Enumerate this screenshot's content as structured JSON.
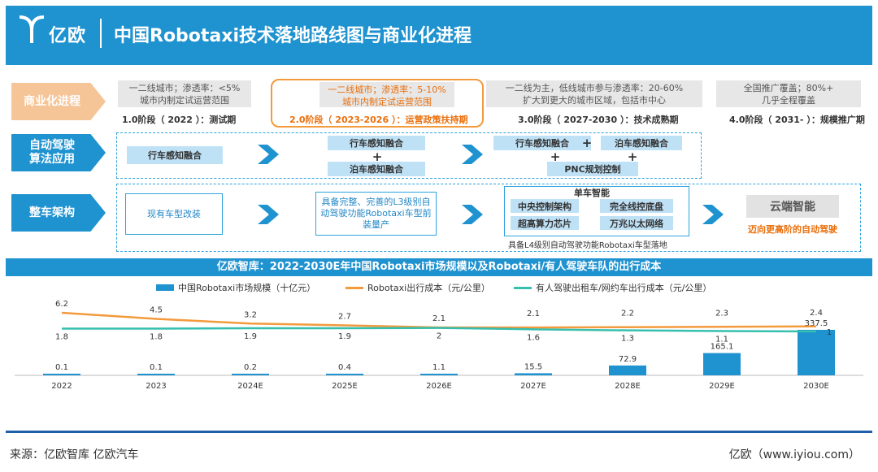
{
  "header": {
    "brand": "亿欧",
    "title": "中国Robotaxi技术落地路线图与商业化进程"
  },
  "rows": {
    "commercial_label": "商业化进程",
    "algorithm_label": "自动驾驶\n算法应用",
    "vehicle_label": "整车架构"
  },
  "stages": [
    {
      "line1": "一二线城市；渗透率：<5%",
      "line2": "城市内制定试运营范围",
      "title": "1.0阶段（ 2022 ）：测试期"
    },
    {
      "line1": "一二线城市；渗透率：5-10%",
      "line2": "城市内制定试运营范围",
      "title": "2.0阶段（ 2023-2026 ）：运营政策扶持期"
    },
    {
      "line1": "一二线为主，低线城市参与渗透率：20-60%",
      "line2": "扩大到更大的城市区域，包括市中心",
      "title": "3.0阶段（ 2027-2030 ）：技术成熟期"
    },
    {
      "line1": "全国推广覆盖；80%+",
      "line2": "几乎全程覆盖",
      "title": "4.0阶段（ 2031- ）：规模推广期"
    }
  ],
  "algorithm": {
    "s1": "行车感知融合",
    "s2_a": "行车感知融合",
    "s2_b": "泊车感知融合",
    "s3_a": "行车感知融合",
    "s3_b": "泊车感知融合",
    "s3_c": "PNC规划控制",
    "plus": "+"
  },
  "vehicle": {
    "s1": "现有车型改装",
    "s2": "具备完整、完善的L3级别自动驾驶功能Robotaxi车型前装量产",
    "s3_title": "单车智能",
    "s3_chips": [
      "中央控制架构",
      "完全线控底盘",
      "超高算力芯片",
      "万兆以太网络"
    ],
    "s3_note": "具备L4级别自动驾驶功能Robotaxi车型落地",
    "s4_title": "云端智能",
    "s4_sub": "迈向更高阶的自动驾驶"
  },
  "chart_banner": "亿欧智库：2022-2030E年中国Robotaxi市场规模以及Robotaxi/有人驾驶车队的出行成本",
  "colors": {
    "bar": "#1f92d0",
    "robotaxi_cost": "#f39a3c",
    "human_cost": "#35bfae",
    "accent": "#1f92d0"
  },
  "chart_data": {
    "type": "bar",
    "categories": [
      "2022",
      "2023",
      "2024E",
      "2025E",
      "2026E",
      "2027E",
      "2028E",
      "2029E",
      "2030E"
    ],
    "series": [
      {
        "name": "中国Robotaxi市场规模（十亿元）",
        "type": "bar",
        "values": [
          0.1,
          0.1,
          0.2,
          0.4,
          1.1,
          15.5,
          72.9,
          165.1,
          337.5
        ]
      },
      {
        "name": "Robotaxi出行成本（元/公里）",
        "type": "line",
        "values": [
          6.2,
          4.5,
          3.2,
          2.7,
          2.1,
          2.1,
          2.2,
          2.3,
          2.4
        ]
      },
      {
        "name": "有人驾驶出租车/网约车出行成本（元/公里）",
        "type": "line",
        "values": [
          1.8,
          1.8,
          1.9,
          1.9,
          2.0,
          1.6,
          1.3,
          1.1,
          1.0
        ]
      }
    ],
    "legend_position": "top"
  },
  "footer": {
    "source": "来源：亿欧智库 亿欧汽车",
    "site": "亿欧（www.iyiou.com）"
  }
}
